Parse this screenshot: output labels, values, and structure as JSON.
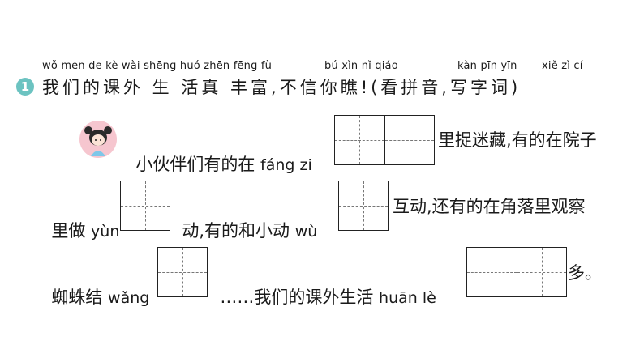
{
  "question": {
    "number": "1",
    "pinyin": {
      "p1": "wǒ men de kè wài shēng huó zhēn fēng fù",
      "p2": "bú xìn nǐ qiáo",
      "p3": "kàn pīn yīn",
      "p4": "xiě zì cí"
    },
    "title": "我们的课外 生 活真 丰富,不信你瞧!(看拼音,写字词)"
  },
  "passage": {
    "l1_a": "小伙伴们有的在 ",
    "l1_py": "fáng zi",
    "l1_b": "里捉迷藏,有的在院子",
    "l2_a": "里做 ",
    "l2_py1": "yùn",
    "l2_b": "动,有的和小动 ",
    "l2_py2": "wù",
    "l2_c": "互动,还有的在角落里观察",
    "l3_a": "蜘蛛结 ",
    "l3_py1": "wǎng",
    "l3_b": "……我们的课外生活 ",
    "l3_py2": "huān lè",
    "l3_c": "多。"
  },
  "colors": {
    "badge": "#6cc3c1"
  }
}
